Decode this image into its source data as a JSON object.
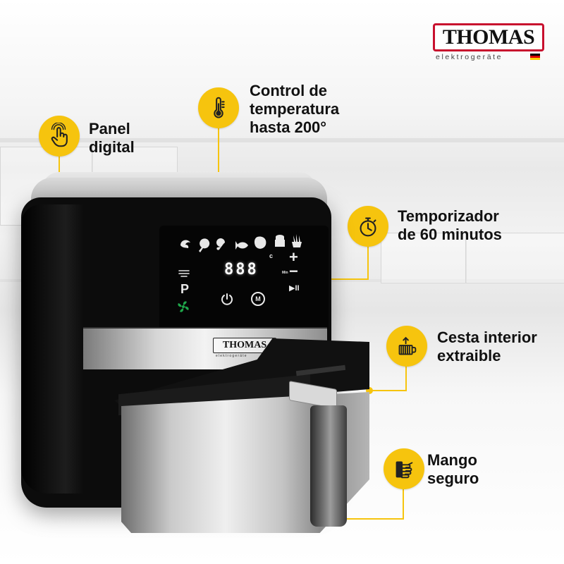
{
  "brand": {
    "name": "THOMAS",
    "tagline": "elektrogeräte",
    "colors": {
      "red": "#c8102e",
      "black": "#111111",
      "accent_yellow": "#f6c40e"
    },
    "flag_colors": [
      "#000000",
      "#dd0000",
      "#ffce00"
    ]
  },
  "features": [
    {
      "id": "panel",
      "label": "Panel\ndigital",
      "icon": "touch-hand-icon"
    },
    {
      "id": "temperature",
      "label": "Control de\ntemperatura\nhasta 200°",
      "icon": "thermometer-icon"
    },
    {
      "id": "timer",
      "label": "Temporizador\nde 60 minutos",
      "icon": "stopwatch-icon"
    },
    {
      "id": "basket",
      "label": "Cesta interior\nextraible",
      "icon": "basket-icon"
    },
    {
      "id": "handle",
      "label": "Mango\nseguro",
      "icon": "hand-grip-icon"
    }
  ],
  "control_panel": {
    "display": "888",
    "preset_key": "P",
    "plus": "+",
    "minus": "−",
    "celsius": "c",
    "minutes": "Min",
    "menu_key": "M",
    "play_pause": "▶II"
  },
  "product_logo": {
    "name": "THOMAS",
    "tagline": "elektrogeräte"
  }
}
